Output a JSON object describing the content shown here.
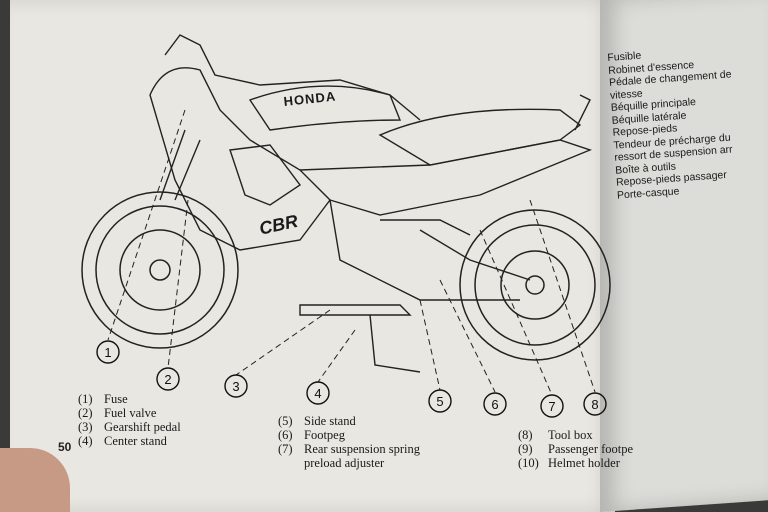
{
  "page_number": "50",
  "brand_text": "HONDA",
  "model_text": "CBR",
  "callouts": [
    "1",
    "2",
    "3",
    "4",
    "5",
    "6",
    "7",
    "8"
  ],
  "legend_left": [
    {
      "num": "(1)",
      "label": "Fuse"
    },
    {
      "num": "(2)",
      "label": "Fuel valve"
    },
    {
      "num": "(3)",
      "label": "Gearshift pedal"
    },
    {
      "num": "(4)",
      "label": "Center stand"
    }
  ],
  "legend_middle": [
    {
      "num": "(5)",
      "label": "Side stand"
    },
    {
      "num": "(6)",
      "label": "Footpeg"
    },
    {
      "num": "(7)",
      "label": "Rear suspension spring"
    },
    {
      "num": "",
      "label": "preload adjuster"
    }
  ],
  "legend_right": [
    {
      "num": "(8)",
      "label": "Tool box"
    },
    {
      "num": "(9)",
      "label": "Passenger footpe"
    },
    {
      "num": "(10)",
      "label": "Helmet holder"
    }
  ],
  "french_list": [
    "Fusible",
    "Robinet d'essence",
    "Pédale de changement de",
    "vitesse",
    "Béquille principale",
    "Béquille latérale",
    "Repose-pieds",
    "Tendeur de précharge du",
    "ressort de suspension arr",
    "Boîte à outils",
    "Repose-pieds passager",
    "Porte-casque"
  ]
}
